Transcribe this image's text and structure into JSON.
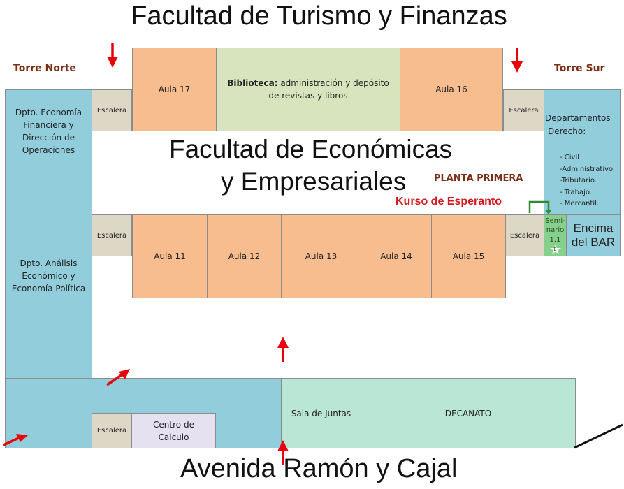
{
  "titles": {
    "top": "Facultad de Turismo y Finanzas",
    "center_line1": "Facultad de Económicas",
    "center_line2": "y Empresariales",
    "bottom": "Avenida Ramón y Cajal"
  },
  "towers": {
    "north": "Torre Norte",
    "south": "Torre Sur"
  },
  "floor_label": "PLANTA PRIMERA",
  "course_label": "Kurso de Esperanto",
  "rooms": {
    "aula17": "Aula 17",
    "aula16": "Aula 16",
    "aula11": "Aula 11",
    "aula12": "Aula 12",
    "aula13": "Aula 13",
    "aula14": "Aula 14",
    "aula15": "Aula 15",
    "biblioteca_bold": "Biblioteca:",
    "biblioteca_line1": "administración y depósito",
    "biblioteca_line2": "de revistas y libros",
    "escalera": "Escalera",
    "seminario_line1": "Semi-",
    "seminario_line2": "nario",
    "seminario_line3": "1.1",
    "seminario_marker": "E",
    "encima_line1": "Encima",
    "encima_line2": "del BAR",
    "sala_juntas": "Sala de Juntas",
    "decanato": "DECANATO",
    "centro_line1": "Centro de",
    "centro_line2": "Calculo"
  },
  "departments": {
    "economia_financiera": [
      "Dpto. Economía",
      "Financiera y",
      "Dirección de",
      "Operaciones"
    ],
    "analisis_economico": [
      "Dpto. Análisis",
      "Económico y",
      "Economía Política"
    ],
    "derecho_title_1": "Departamentos",
    "derecho_title_2": "Derecho:",
    "derecho_items": [
      "- Civil",
      "-Administrativo.",
      "-Tributario.",
      "- Trabajo.",
      "- Mercantil."
    ]
  },
  "colors": {
    "aula": "#f8bd8f",
    "escalera": "#ddd8c6",
    "biblioteca": "#d7e4bd",
    "departamento": "#92cddc",
    "decanato": "#bae7d5",
    "centro_calculo": "#e6e1f1",
    "seminario": "#87d08c",
    "arrow": "#e8000a",
    "torre_label": "#7c2e16",
    "planta_label": "#7c2e16",
    "course_label": "#d4181f",
    "connector": "#2e8b2e"
  }
}
